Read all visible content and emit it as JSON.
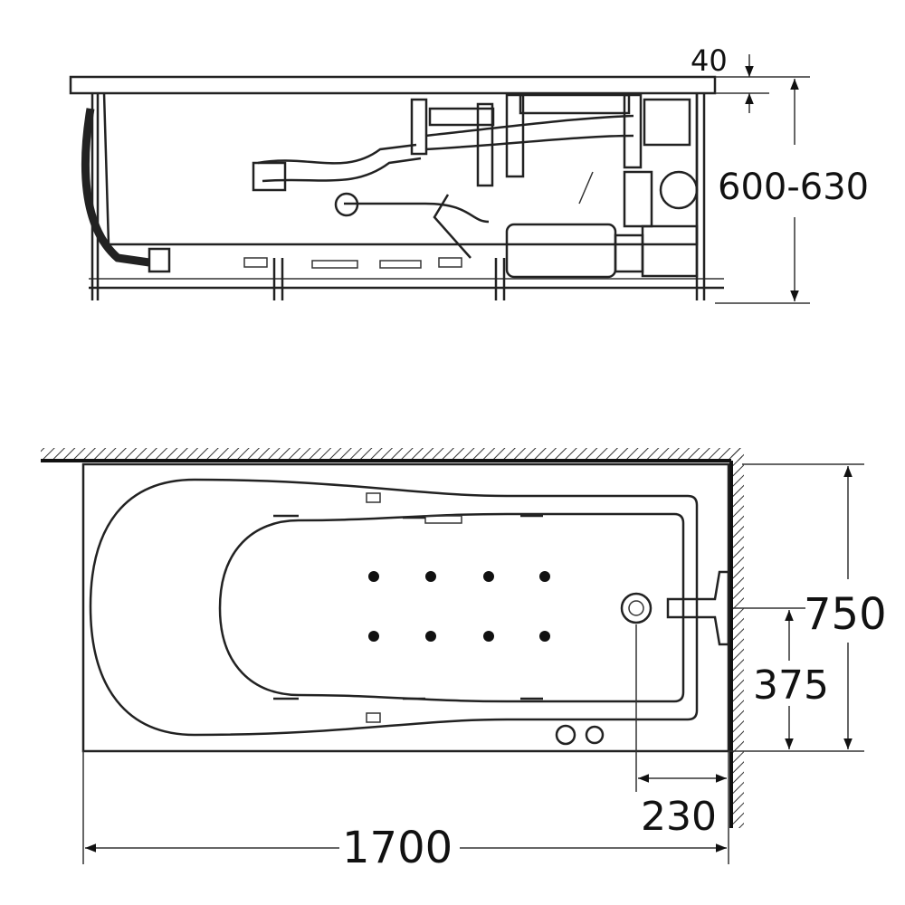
{
  "drawing": {
    "title": "Bathtub dimension drawing",
    "side_view": {
      "rim_thickness_label": "40",
      "height_label": "600-630"
    },
    "plan_view": {
      "width_label": "750",
      "half_width_label": "375",
      "drain_offset_label": "230",
      "length_label": "1700",
      "jet_count": 8
    },
    "colors": {
      "line": "#222222",
      "background": "#ffffff"
    }
  }
}
